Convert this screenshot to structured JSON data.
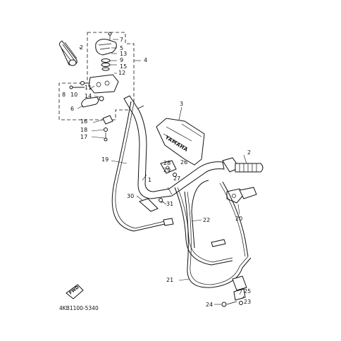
{
  "diagram_code": "4KB1100-5340",
  "callouts": {
    "p1": "1",
    "p2a": "2",
    "p2b": "2",
    "p3": "3",
    "p4": "4",
    "p5": "5",
    "p6": "6",
    "p7": "7",
    "p8": "8",
    "p9": "9",
    "p10": "10",
    "p11": "11",
    "p12": "12",
    "p13": "13",
    "p14": "14",
    "p15": "15",
    "p16": "16",
    "p17": "17",
    "p18": "18",
    "p19": "19",
    "p20": "20",
    "p21": "21",
    "p22": "22",
    "p23": "23",
    "p24": "24",
    "p25": "25",
    "p26": "26",
    "p27": "27",
    "p28": "28",
    "p29": "29",
    "p30": "30",
    "p31": "31"
  },
  "cover_brand": "YAMAHA",
  "front_stamp": "FWD",
  "line_color": "#111111",
  "background": "#ffffff"
}
